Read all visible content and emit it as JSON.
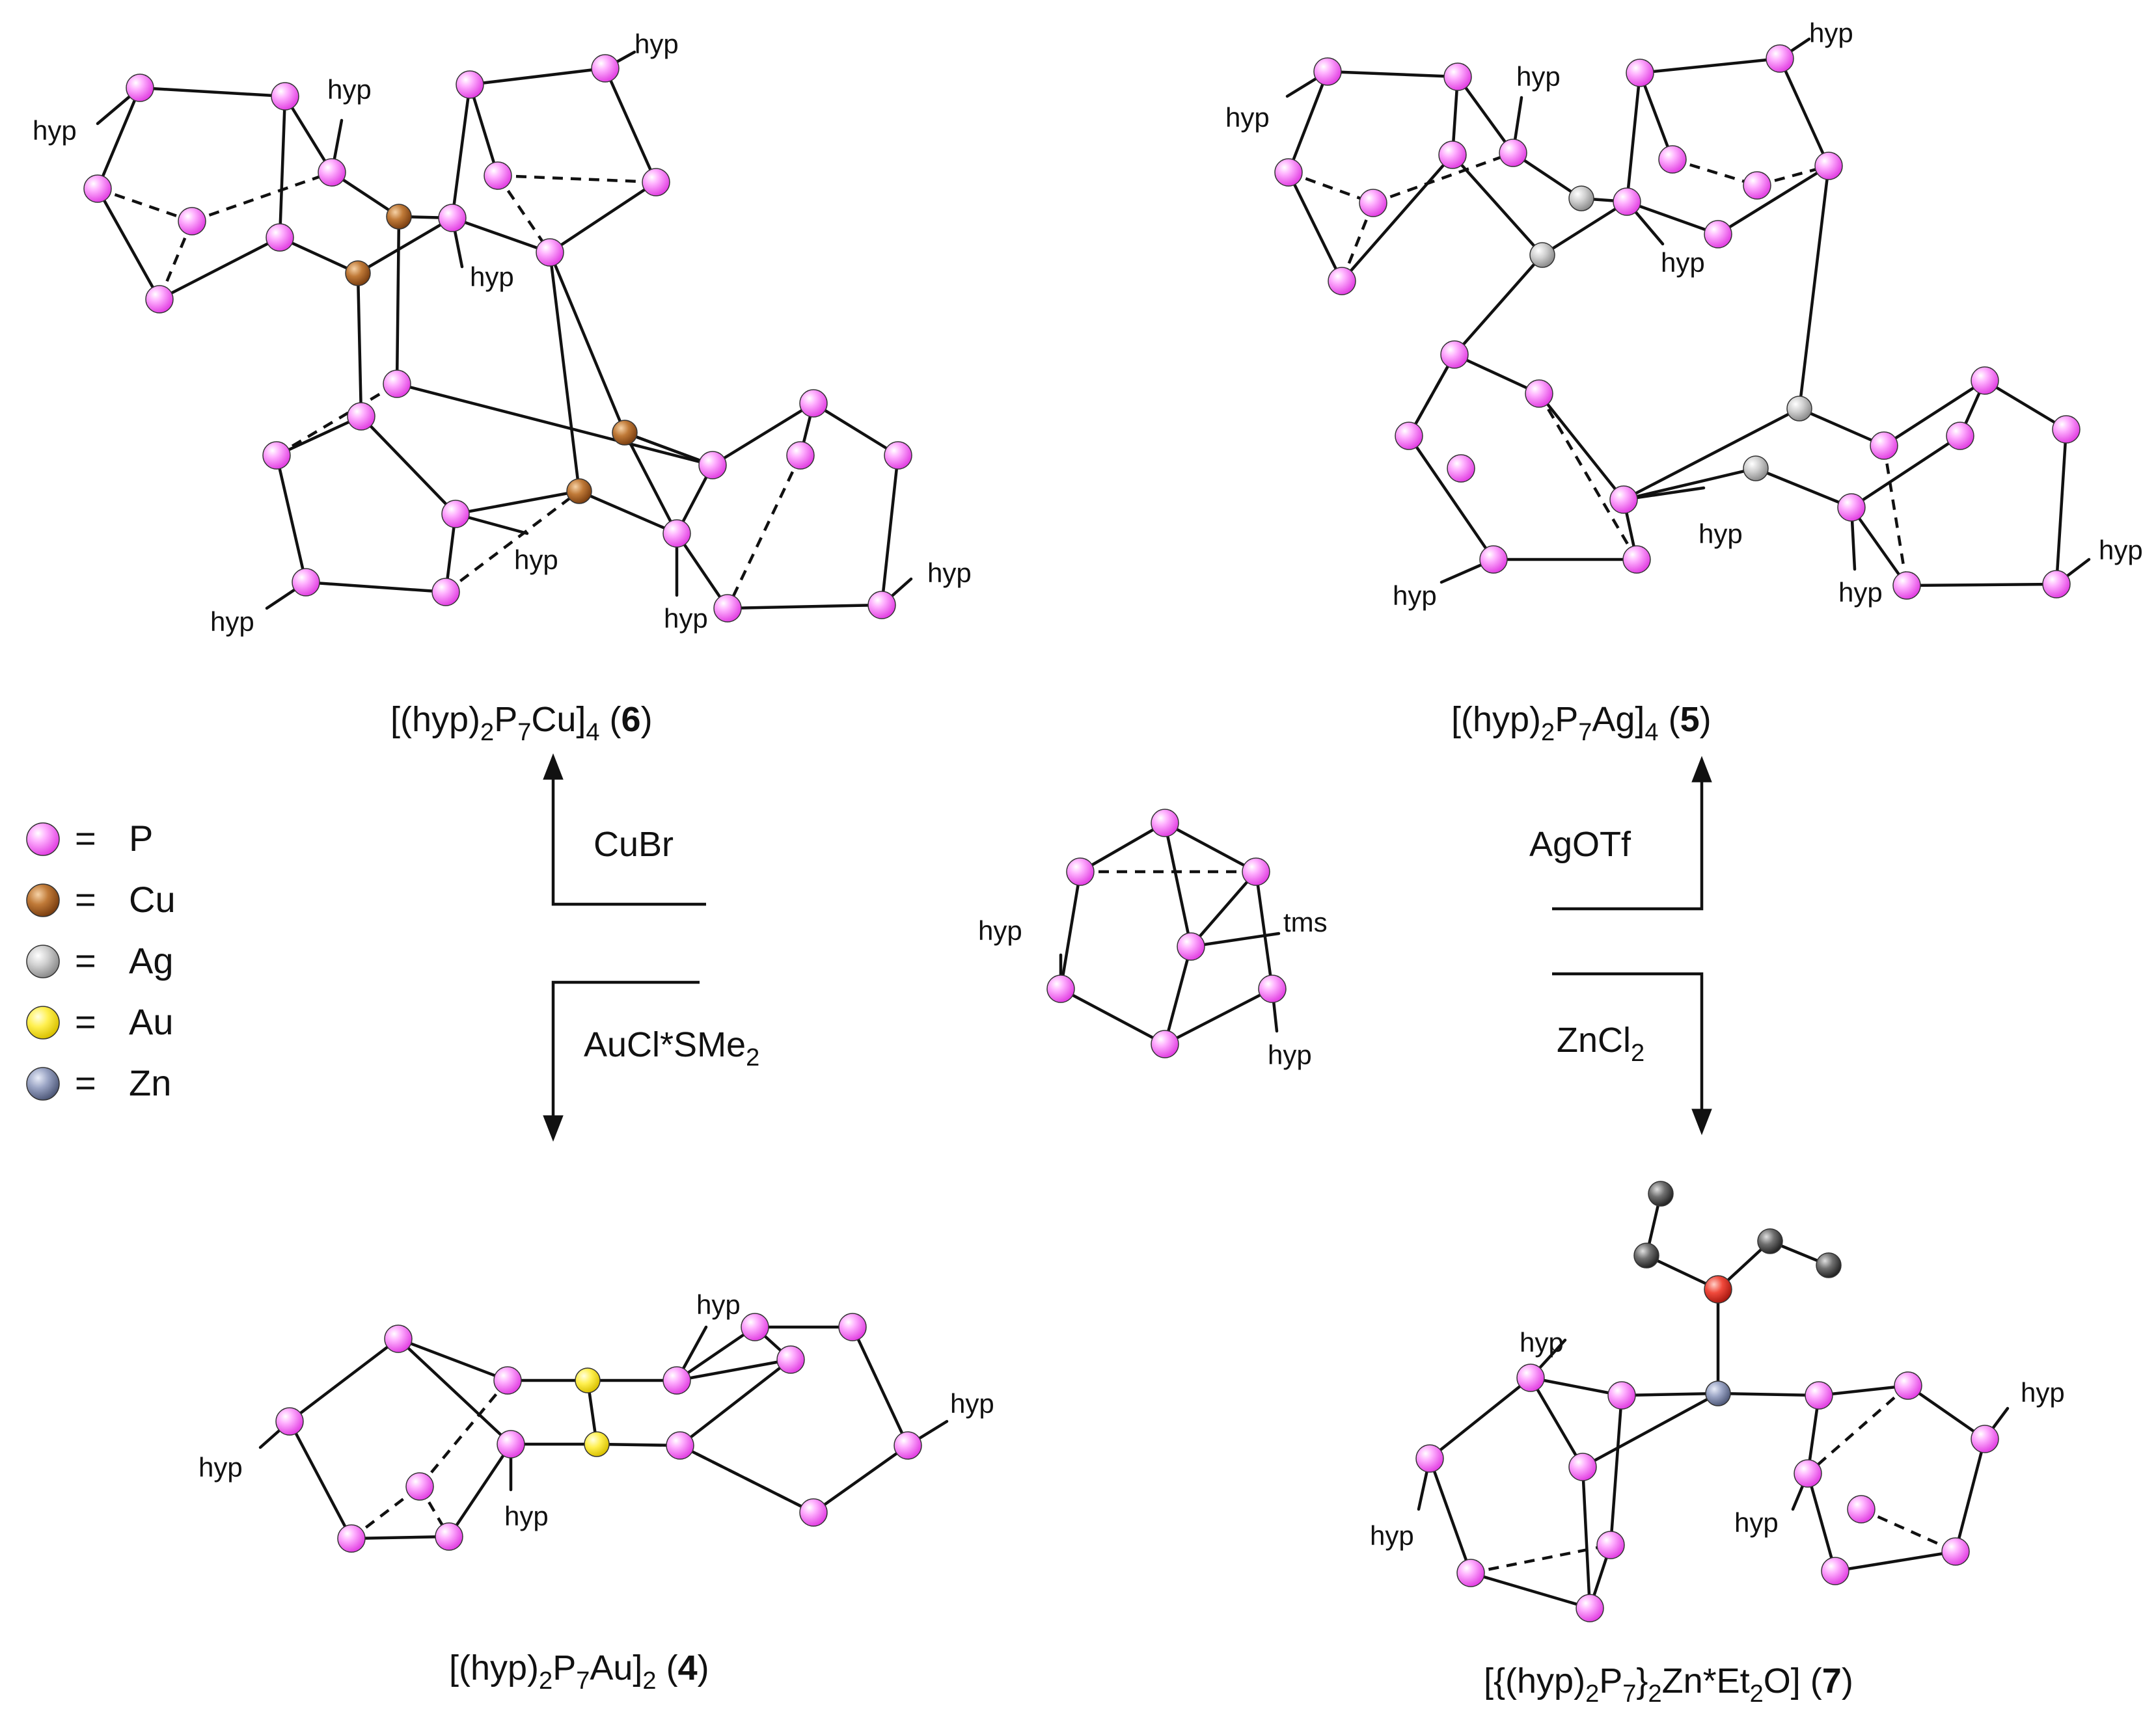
{
  "colors": {
    "P": "#f26cf2",
    "Cu": "#a0581c",
    "Ag": "#b4b4b4",
    "Au": "#f5e219",
    "Zn": "#7a86a8",
    "O": "#e0281e",
    "C": "#4a4a4a",
    "bond": "#111111"
  },
  "legend": [
    {
      "element": "P",
      "eq": "=",
      "label": "P"
    },
    {
      "element": "Cu",
      "eq": "=",
      "label": "Cu"
    },
    {
      "element": "Ag",
      "eq": "=",
      "label": "Ag"
    },
    {
      "element": "Au",
      "eq": "=",
      "label": "Au"
    },
    {
      "element": "Zn",
      "eq": "=",
      "label": "Zn"
    }
  ],
  "reagents": {
    "cu": "CuBr",
    "au": {
      "base": "AuCl*SMe",
      "sub": "2"
    },
    "ag": "AgOTf",
    "zn": {
      "base": "ZnCl",
      "sub": "2"
    }
  },
  "center": {
    "labels": {
      "hyp_left": "hyp",
      "tms": "tms",
      "hyp_bottom": "hyp"
    }
  },
  "compounds": {
    "cu": {
      "parts": [
        "[(hyp)",
        "2",
        "P",
        "7",
        "Cu]",
        "4",
        " (",
        "6",
        ")"
      ]
    },
    "ag": {
      "parts": [
        "[(hyp)",
        "2",
        "P",
        "7",
        "Ag]",
        "4",
        " (",
        "5",
        ")"
      ]
    },
    "au": {
      "parts": [
        "[(hyp)",
        "2",
        "P",
        "7",
        "Au]",
        "2",
        " (",
        "4",
        ")"
      ]
    },
    "zn": {
      "parts": [
        "[{(hyp)",
        "2",
        "P",
        "7",
        "}",
        "2",
        "Zn*Et",
        "2",
        "O] (",
        "7",
        ")"
      ]
    }
  },
  "substituent_label": "hyp"
}
